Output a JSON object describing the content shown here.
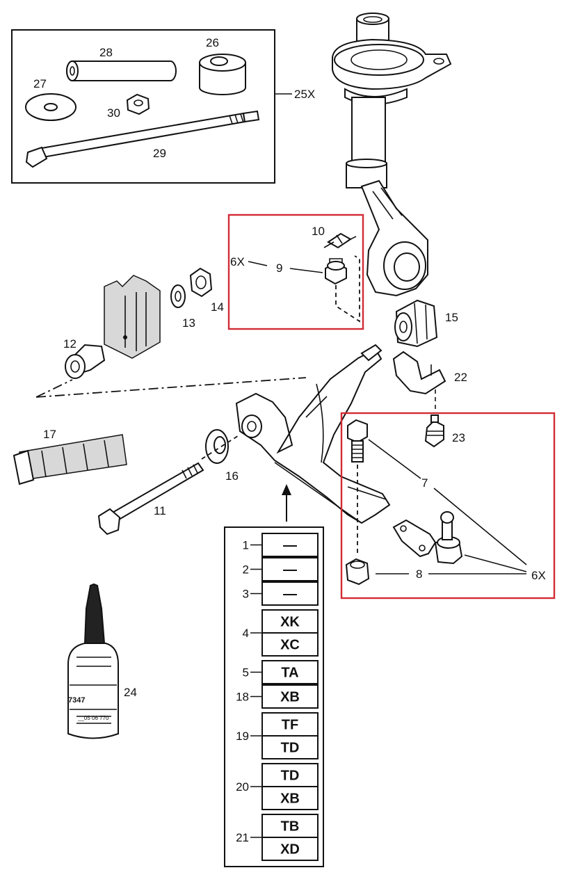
{
  "colors": {
    "highlight": "#d22b35",
    "ink": "#111111",
    "background": "#ffffff"
  },
  "kit": {
    "label": "25X",
    "items": [
      {
        "num": "26",
        "icon": "bushing-cylinder-icon"
      },
      {
        "num": "27",
        "icon": "washer-icon"
      },
      {
        "num": "28",
        "icon": "sleeve-tube-icon"
      },
      {
        "num": "29",
        "icon": "long-bolt-icon"
      },
      {
        "num": "30",
        "icon": "nut-icon"
      }
    ]
  },
  "labels": {
    "p7": "7",
    "p8": "8",
    "p9": "9",
    "p10": "10",
    "p11": "11",
    "p12": "12",
    "p13": "13",
    "p14": "14",
    "p15": "15",
    "p16": "16",
    "p17": "17",
    "p22": "22",
    "p23": "23",
    "p24": "24",
    "qty_upper": "6X",
    "qty_lower": "6X"
  },
  "bottle_text": {
    "code_a": "7347",
    "code_b": "__05 06 770"
  },
  "table": [
    {
      "num": "1",
      "codes": [
        "—"
      ]
    },
    {
      "num": "2",
      "codes": [
        "—"
      ]
    },
    {
      "num": "3",
      "codes": [
        "—"
      ]
    },
    {
      "num": "4",
      "codes": [
        "XK",
        "XC"
      ]
    },
    {
      "num": "5",
      "codes": [
        "TA"
      ]
    },
    {
      "num": "18",
      "codes": [
        "XB"
      ]
    },
    {
      "num": "19",
      "codes": [
        "TF",
        "TD"
      ]
    },
    {
      "num": "20",
      "codes": [
        "TD",
        "XB"
      ]
    },
    {
      "num": "21",
      "codes": [
        "TB",
        "XD"
      ]
    }
  ]
}
